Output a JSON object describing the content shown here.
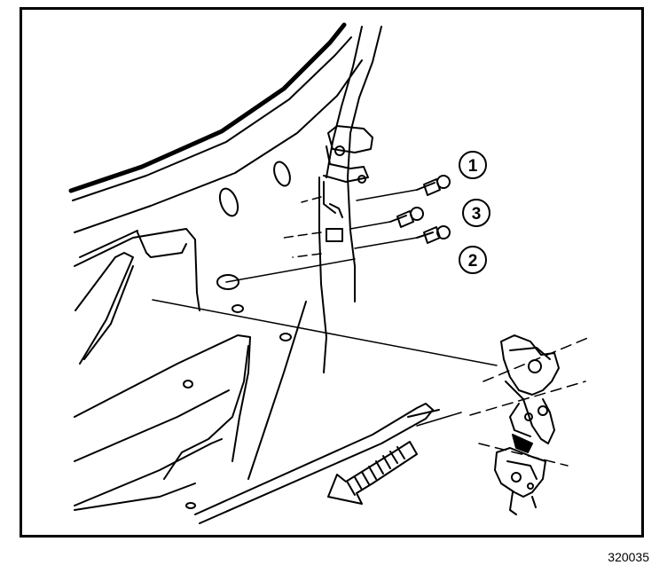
{
  "figure": {
    "id": "320035",
    "callouts": [
      {
        "id": "callout-1",
        "label": "1"
      },
      {
        "id": "callout-3",
        "label": "3"
      },
      {
        "id": "callout-2",
        "label": "2"
      }
    ]
  }
}
